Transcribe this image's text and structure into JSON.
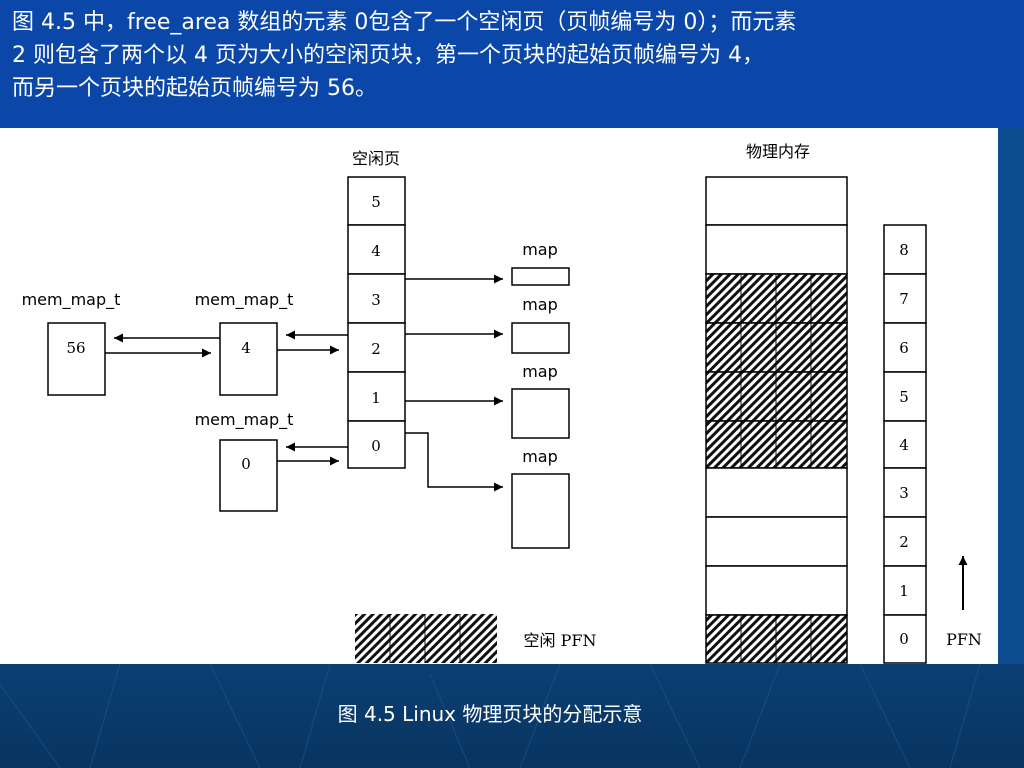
{
  "slide": {
    "heading_lines": [
      "图 4.5 中，free_area 数组的元素 0包含了一个空闲页（页帧编号为 0）；而元素",
      "2 则包含了两个以 4 页为大小的空闲页块，第一个页块的起始页帧编号为 4，",
      "而另一个页块的起始页帧编号为 56。"
    ],
    "caption": "图 4.5 Linux 物理页块的分配示意"
  },
  "diagram": {
    "free_pages_title": "空闲页",
    "free_area_indices": [
      "5",
      "4",
      "3",
      "2",
      "1",
      "0"
    ],
    "map_label": "map",
    "mem_map_label": "mem_map_t",
    "mem_map_values": [
      "56",
      "4",
      "0"
    ],
    "physical_memory_title": "物理内存",
    "pfn_values": [
      "8",
      "7",
      "6",
      "5",
      "4",
      "3",
      "2",
      "1",
      "0"
    ],
    "pfn_axis_label": "PFN",
    "legend_label": "空闲 PFN"
  },
  "colors": {
    "background_blue": "#0a47a8",
    "bottom_blue": "#0b3f73",
    "figure_white": "#ffffff",
    "ink": "#000000"
  }
}
